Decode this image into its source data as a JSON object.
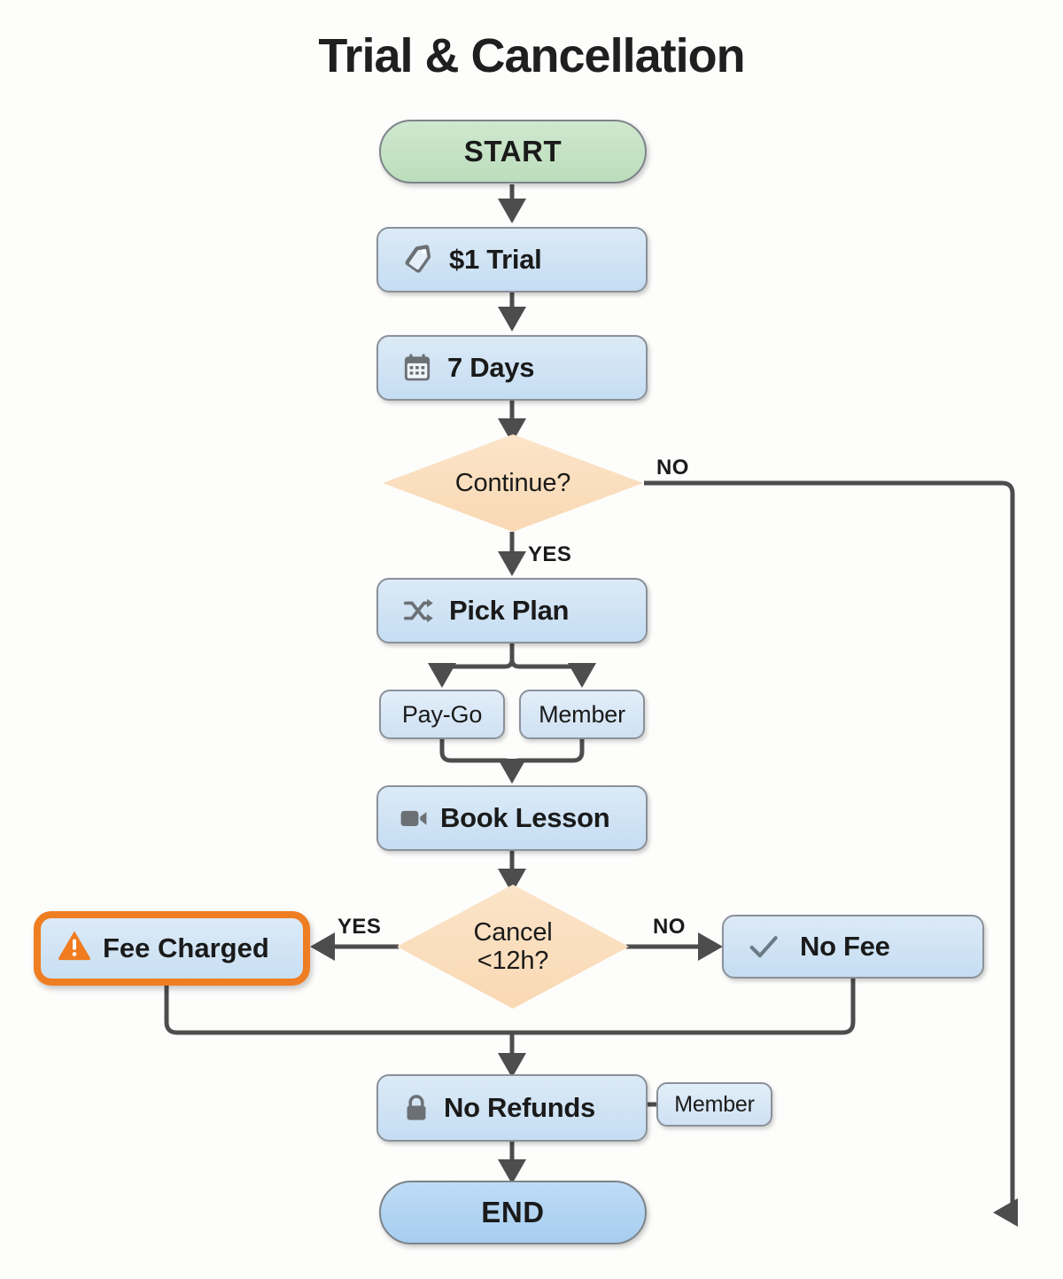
{
  "title": "Trial & Cancellation",
  "colors": {
    "background": "#fdfdfc",
    "start_fill": "#cfe8cf",
    "end_fill": "#bfdcf6",
    "process_fill": "#dceaf7",
    "decision_fill": "#fbe4c8",
    "highlight_border": "#ef7d21",
    "edge_stroke": "#4d4d4d",
    "icon_gray": "#6b7075",
    "text": "#1a1a1a"
  },
  "nodes": {
    "start": {
      "label": "START",
      "shape": "terminator"
    },
    "trial": {
      "label": "$1 Trial",
      "icon": "price-tag-icon",
      "shape": "process"
    },
    "days": {
      "label": "7 Days",
      "icon": "calendar-icon",
      "shape": "process"
    },
    "continue": {
      "label_line1": "Continue?",
      "shape": "decision"
    },
    "pick_plan": {
      "label": "Pick Plan",
      "icon": "shuffle-icon",
      "shape": "process"
    },
    "paygo": {
      "label": "Pay-Go",
      "shape": "small"
    },
    "member": {
      "label": "Member",
      "shape": "small"
    },
    "book_lesson": {
      "label": "Book Lesson",
      "icon": "video-camera-icon",
      "shape": "process"
    },
    "cancel": {
      "label_line1": "Cancel",
      "label_line2": "<12h?",
      "shape": "decision"
    },
    "fee_charged": {
      "label": "Fee Charged",
      "icon": "warning-triangle-icon",
      "shape": "process-highlight"
    },
    "no_fee": {
      "label": "No Fee",
      "icon": "checkmark-icon",
      "shape": "process"
    },
    "no_refunds": {
      "label": "No Refunds",
      "icon": "lock-icon",
      "shape": "process"
    },
    "member_tag": {
      "label": "Member",
      "shape": "small"
    },
    "end": {
      "label": "END",
      "shape": "terminator"
    }
  },
  "edge_labels": {
    "continue_no": "NO",
    "continue_yes": "YES",
    "cancel_yes": "YES",
    "cancel_no": "NO"
  },
  "flow": [
    {
      "from": "start",
      "to": "trial",
      "label": ""
    },
    {
      "from": "trial",
      "to": "days",
      "label": ""
    },
    {
      "from": "days",
      "to": "continue",
      "label": ""
    },
    {
      "from": "continue",
      "to": "pick_plan",
      "label": "YES"
    },
    {
      "from": "continue",
      "to": "end",
      "label": "NO"
    },
    {
      "from": "pick_plan",
      "to": "paygo",
      "label": ""
    },
    {
      "from": "pick_plan",
      "to": "member",
      "label": ""
    },
    {
      "from": "paygo",
      "to": "book_lesson",
      "label": ""
    },
    {
      "from": "member",
      "to": "book_lesson",
      "label": ""
    },
    {
      "from": "book_lesson",
      "to": "cancel",
      "label": ""
    },
    {
      "from": "cancel",
      "to": "fee_charged",
      "label": "YES"
    },
    {
      "from": "cancel",
      "to": "no_fee",
      "label": "NO"
    },
    {
      "from": "fee_charged",
      "to": "no_refunds",
      "label": ""
    },
    {
      "from": "no_fee",
      "to": "no_refunds",
      "label": ""
    },
    {
      "from": "no_refunds",
      "to": "end",
      "label": ""
    },
    {
      "from": "no_refunds",
      "to": "member_tag",
      "label": ""
    }
  ]
}
